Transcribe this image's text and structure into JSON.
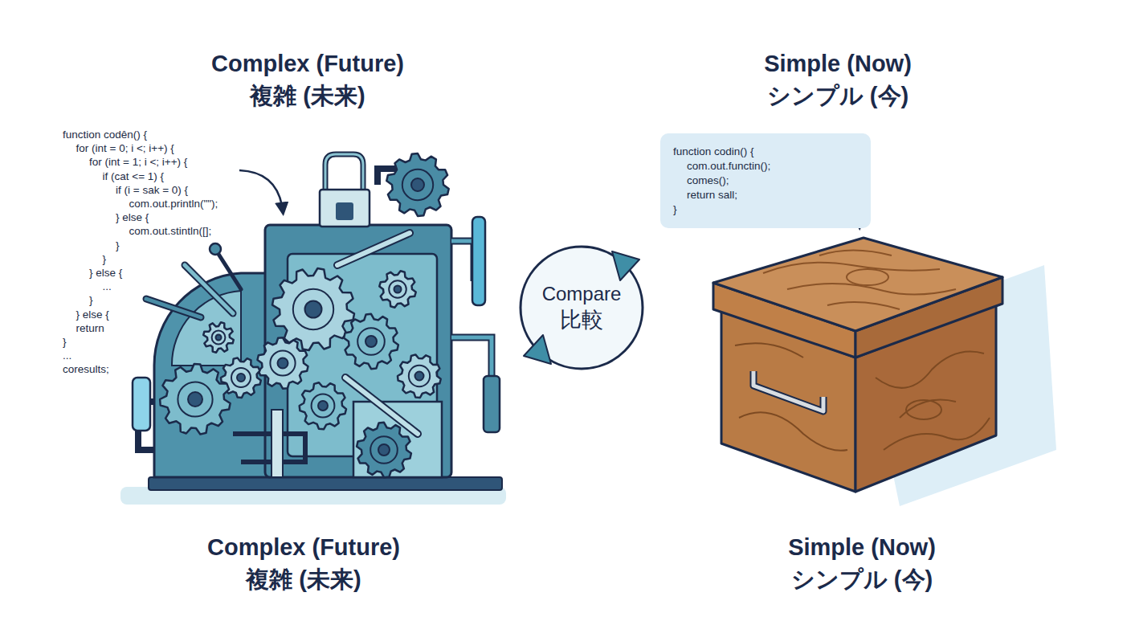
{
  "diagram": {
    "nodes": [
      {
        "text": [
          "Compare",
          "比較"
        ]
      },
      {
        "text": [
          "function codin() {",
          "com.out.functin();",
          "comes();",
          "return sall;",
          "}"
        ]
      }
    ],
    "labels": [
      "Complex (Future)",
      "複雑 (未来)",
      "Simple (Now)",
      "シンプル (今)",
      "function codên() {",
      "for (int = 0; i <; i++) {",
      "for (int = 1; i <; i++) {",
      "if (cat <= 1) {",
      "if (i = sak = 0) {",
      "com.out.println(\"\");",
      "} else {",
      "com.out.stintln([];",
      "}",
      "}",
      "} else {",
      "...",
      "}",
      "} else {",
      "return",
      "}",
      "...",
      "coresults;",
      "Complex (Future)",
      "複雑 (未来)",
      "Simple (Now)",
      "シンプル (今)"
    ]
  }
}
